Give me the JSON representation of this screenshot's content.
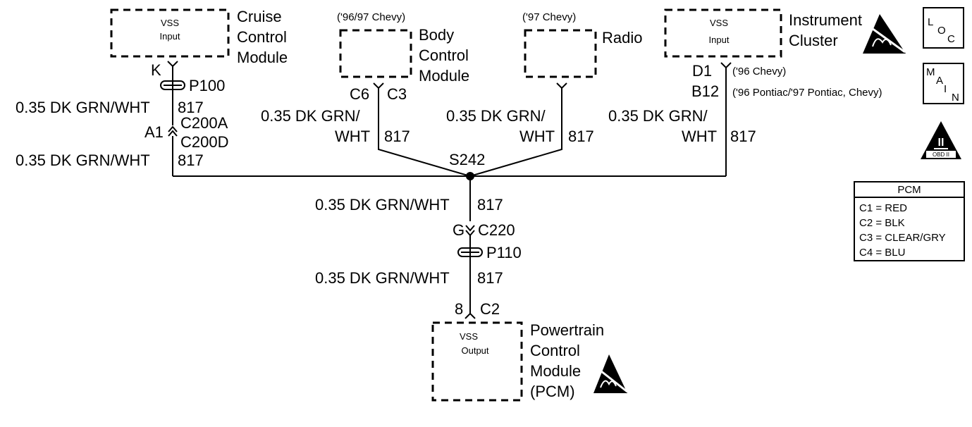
{
  "modules": {
    "cruise": {
      "box_label_1": "VSS",
      "box_label_2": "Input",
      "name_1": "Cruise",
      "name_2": "Control",
      "name_3": "Module"
    },
    "bcm": {
      "note": "('96/97 Chevy)",
      "name_1": "Body",
      "name_2": "Control",
      "name_3": "Module"
    },
    "radio": {
      "note": "('97 Chevy)",
      "name_1": "Radio"
    },
    "cluster": {
      "box_label_1": "VSS",
      "box_label_2": "Input",
      "name_1": "Instrument",
      "name_2": "Cluster"
    },
    "pcm": {
      "box_label_1": "VSS",
      "box_label_2": "Output",
      "name_1": "Powertrain",
      "name_2": "Control",
      "name_3": "Module",
      "name_4": "(PCM)"
    }
  },
  "pins": {
    "cruise_k": "K",
    "bcm_c6": "C6",
    "bcm_c3": "C3",
    "cluster_d1": "D1",
    "cluster_d1_note": "('96 Chevy)",
    "cluster_b12": "B12",
    "cluster_b12_note": "('96 Pontiac/'97 Pontiac, Chevy)",
    "c200_a1": "A1",
    "c220_g": "G",
    "pcm_8": "8",
    "pcm_c2": "C2"
  },
  "connectors": {
    "p100": "P100",
    "c200a": "C200A",
    "c200d": "C200D",
    "c220": "C220",
    "p110": "P110",
    "s242": "S242"
  },
  "wires": {
    "full_label": "0.35 DK GRN/WHT",
    "split_line_1": "0.35 DK GRN/",
    "split_line_2": "WHT",
    "circuit": "817"
  },
  "legend": {
    "loc": {
      "l": "L",
      "o": "O",
      "c": "C"
    },
    "main": {
      "m": "M",
      "a": "A",
      "i": "I",
      "n": "N"
    },
    "obd": {
      "roman": "II",
      "label": "OBD II"
    },
    "pcm_table": {
      "title": "PCM",
      "rows": [
        "C1 = RED",
        "C2 = BLK",
        "C3 = CLEAR/GRY",
        "C4 = BLU"
      ]
    }
  }
}
